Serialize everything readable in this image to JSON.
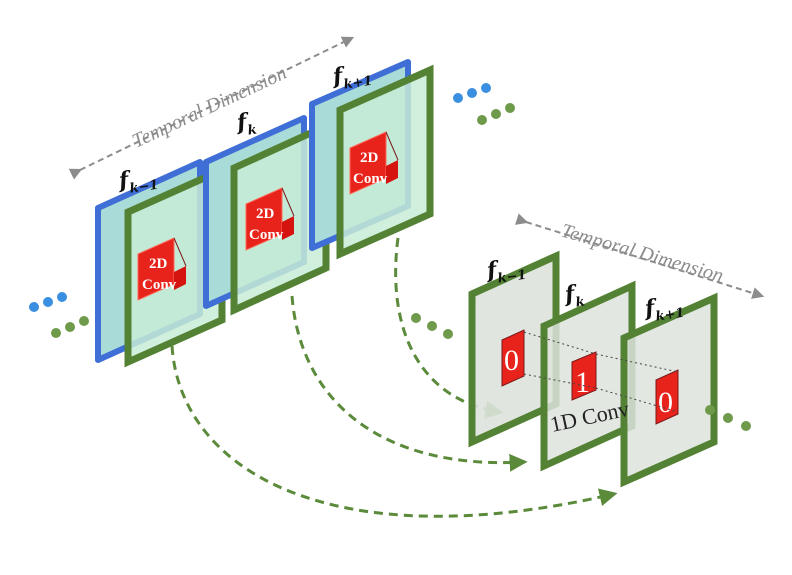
{
  "figure": {
    "top_temporal_label": "Temporal Dimension",
    "bottom_temporal_label": "Temporal Dimension",
    "frame_labels": [
      {
        "base": "f",
        "sub": "k−1"
      },
      {
        "base": "f",
        "sub": "k"
      },
      {
        "base": "f",
        "sub": "k+1"
      }
    ],
    "conv2d_line1": "2D",
    "conv2d_line2": "Conv",
    "conv1d_label": "1D Conv",
    "kernel_values": [
      "0",
      "1",
      "0"
    ],
    "colors": {
      "blue_frame": "#3f6fd6",
      "green_frame": "#548235",
      "cyan_fill": "#a9dcd8",
      "gray_fill": "#dde3dc",
      "red_block": "#e8231b",
      "arrow_green": "#5a8a3a",
      "dot_blue": "#3a8fe0",
      "dot_green": "#6f9a4a"
    }
  }
}
